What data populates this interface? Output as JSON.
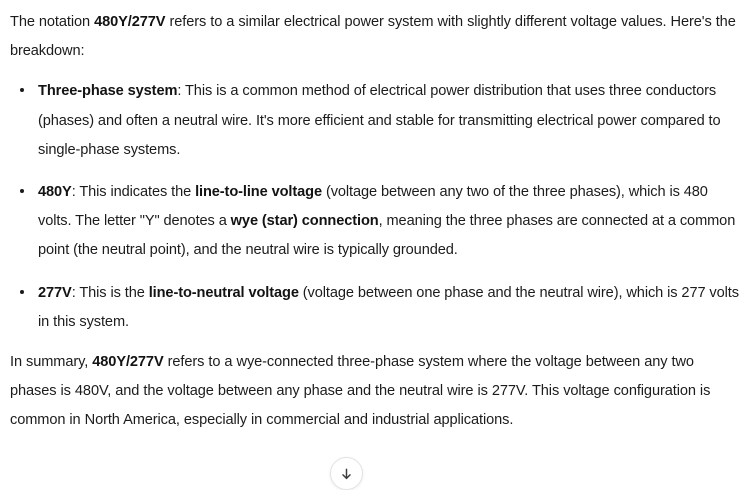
{
  "answer": {
    "intro": {
      "segments": [
        {
          "text": "The notation ",
          "bold": false
        },
        {
          "text": "480Y/277V",
          "bold": true
        },
        {
          "text": " refers to a similar electrical power system with slightly different voltage values. Here's the breakdown:",
          "bold": false
        }
      ]
    },
    "bullets": [
      {
        "name": "bullet-three-phase-system",
        "segments": [
          {
            "text": "Three-phase system",
            "bold": true
          },
          {
            "text": ": This is a common method of electrical power distribution that uses three conductors (phases) and often a neutral wire. It's more efficient and stable for transmitting electrical power compared to single-phase systems.",
            "bold": false
          }
        ]
      },
      {
        "name": "bullet-480y",
        "segments": [
          {
            "text": "480Y",
            "bold": true
          },
          {
            "text": ": This indicates the ",
            "bold": false
          },
          {
            "text": "line-to-line voltage",
            "bold": true
          },
          {
            "text": " (voltage between any two of the three phases), which is 480 volts. The letter \"Y\" denotes a ",
            "bold": false
          },
          {
            "text": "wye (star) connection",
            "bold": true
          },
          {
            "text": ", meaning the three phases are connected at a common point (the neutral point), and the neutral wire is typically grounded.",
            "bold": false
          }
        ]
      },
      {
        "name": "bullet-277v",
        "segments": [
          {
            "text": "277V",
            "bold": true
          },
          {
            "text": ": This is the ",
            "bold": false
          },
          {
            "text": "line-to-neutral voltage",
            "bold": true
          },
          {
            "text": " (voltage between one phase and the neutral wire), which is 277 volts in this system.",
            "bold": false
          }
        ]
      }
    ],
    "summary": {
      "segments": [
        {
          "text": "In summary, ",
          "bold": false
        },
        {
          "text": "480Y/277V",
          "bold": true
        },
        {
          "text": " refers to a wye-connected three-phase system where the voltage between any two phases is 480V, and the voltage between any phase and the neutral wire is 277V. This voltage configuration is common in North America, especially in commercial and industrial applications.",
          "bold": false
        }
      ]
    }
  },
  "controls": {
    "scroll_down_button": {
      "icon": "arrow-down-icon"
    }
  },
  "colors": {
    "background": "#ffffff",
    "text": "#1c1c1c",
    "bold_text": "#131313",
    "bullet": "#1c1c1c",
    "button_border": "#e3e3e3",
    "button_icon": "#3b3b3b"
  }
}
